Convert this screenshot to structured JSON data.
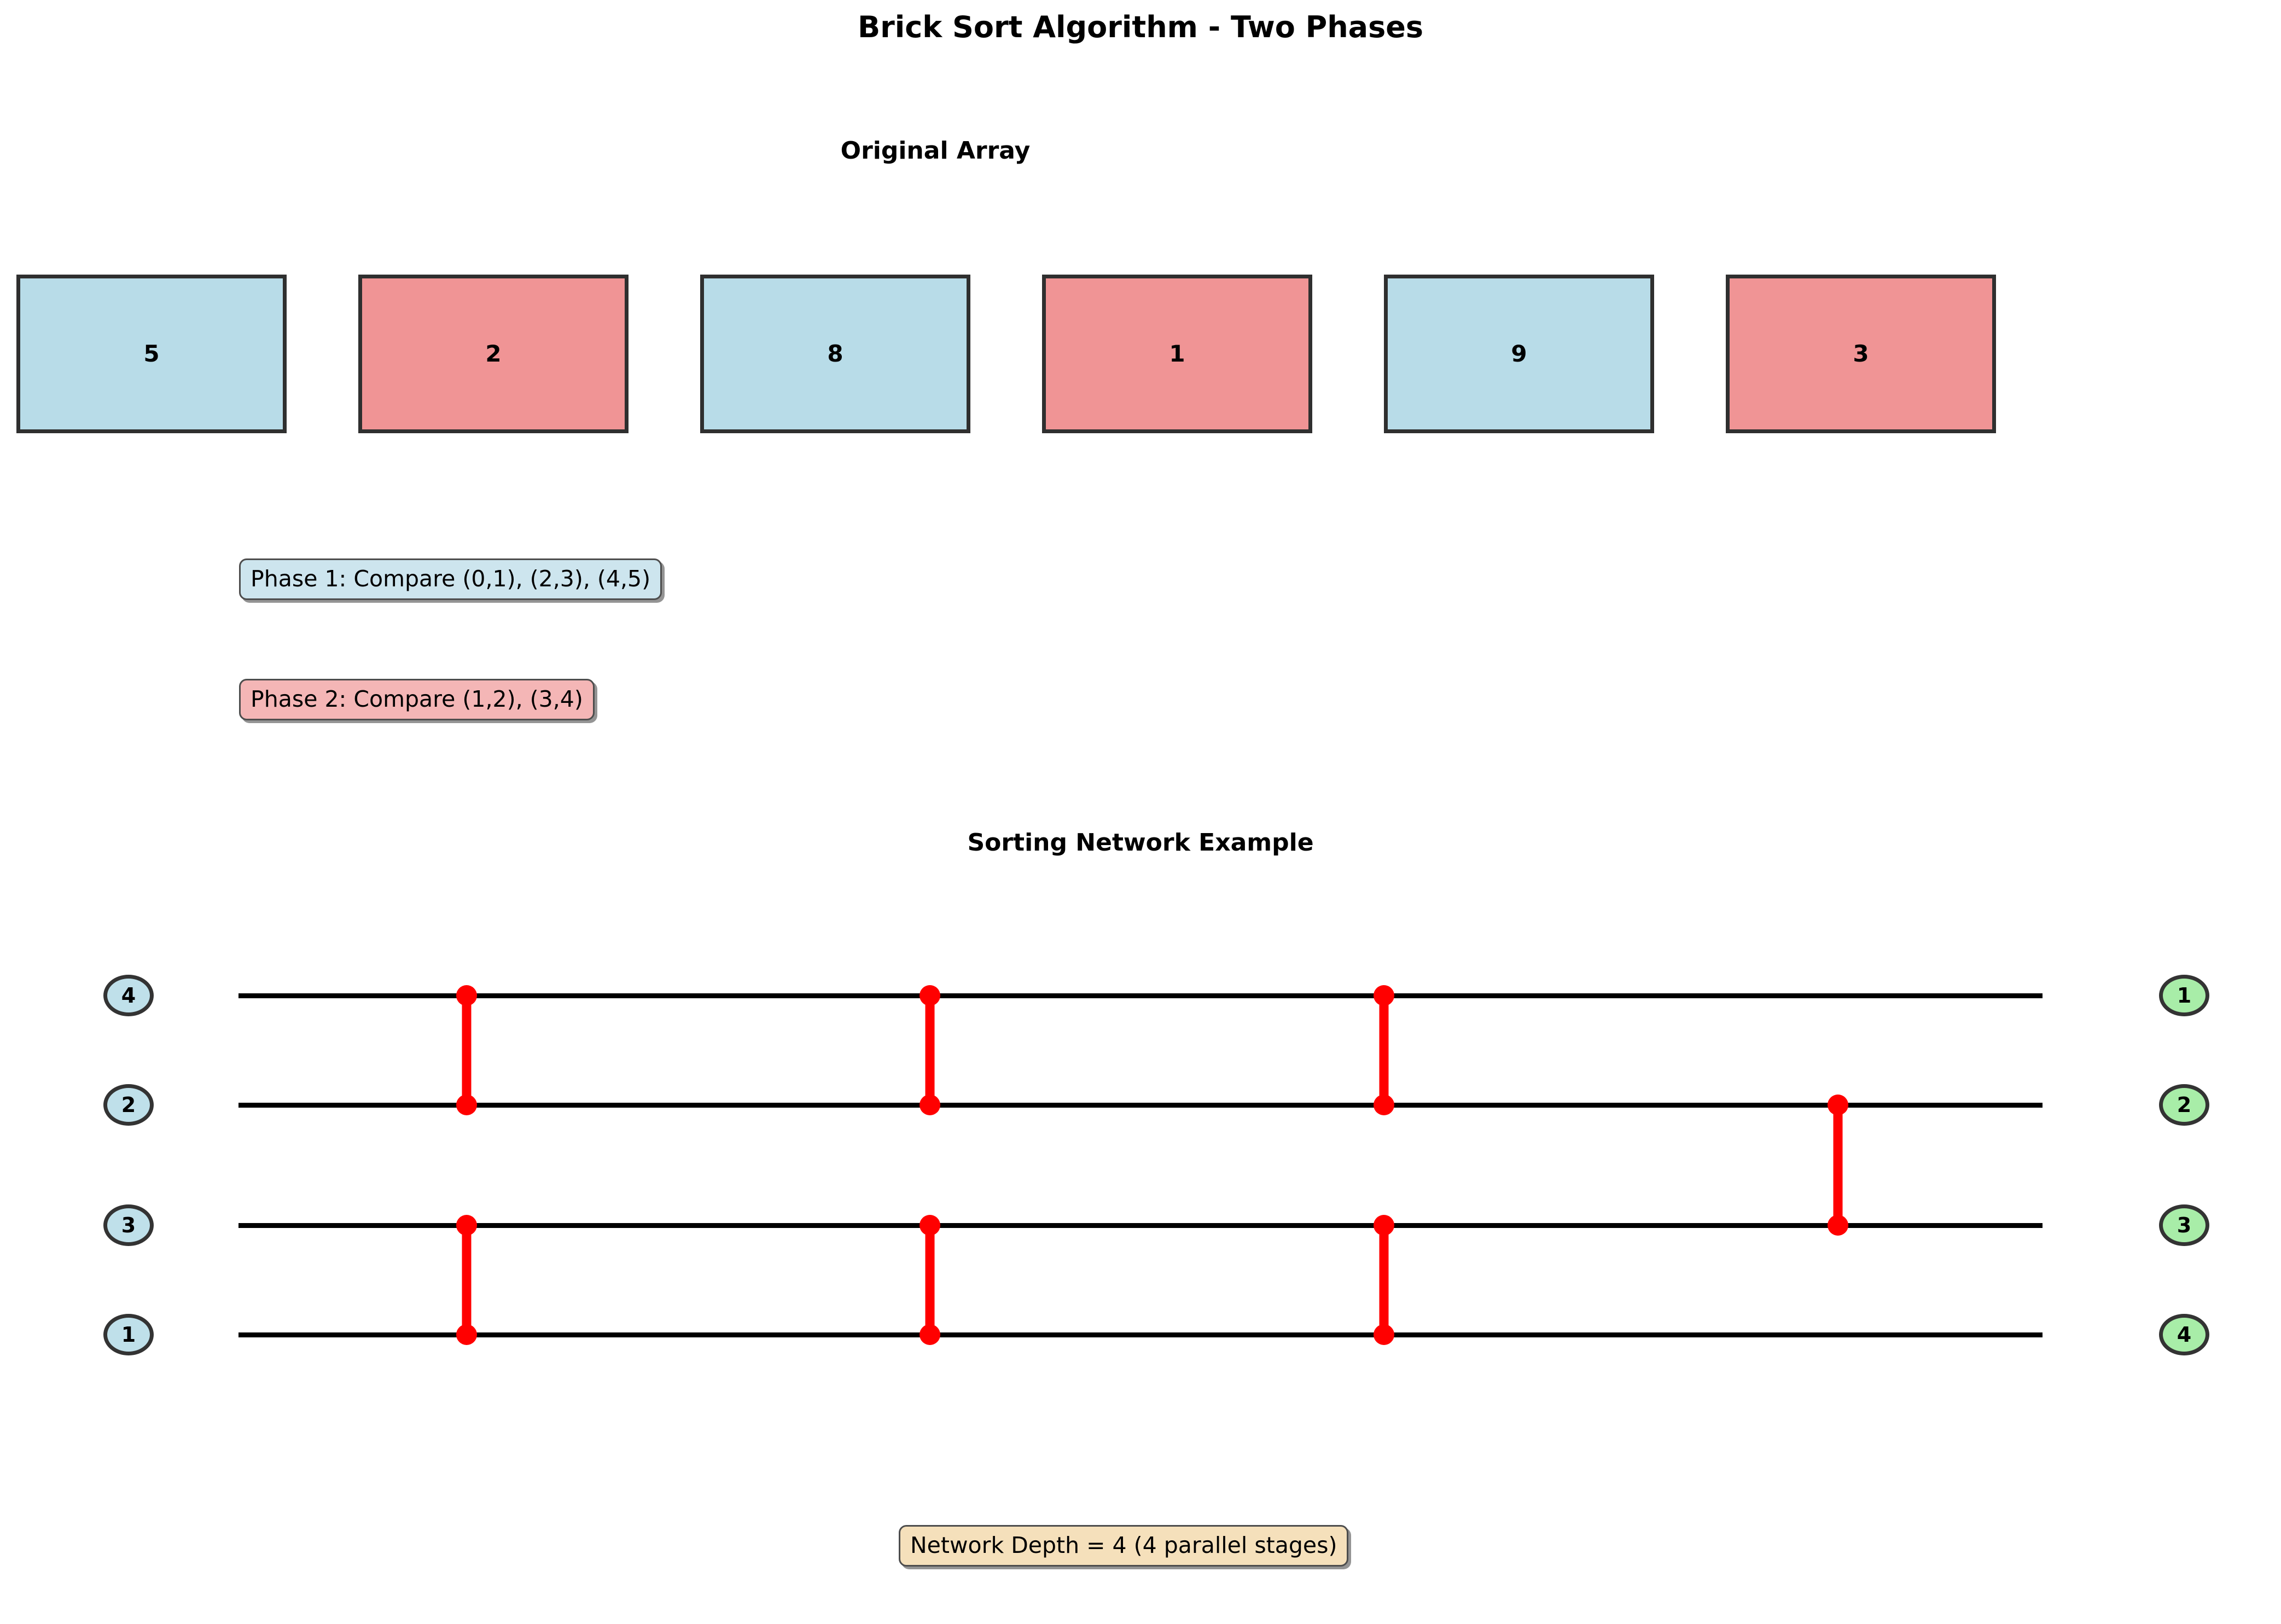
{
  "page": {
    "title": "Brick Sort Algorithm - Two Phases",
    "background_color": "#ffffff"
  },
  "colors": {
    "even_index_box": "#b8dce8",
    "odd_index_box": "#f09495",
    "box_border": "#2f2f2f",
    "phase1_pill_bg": "#cde5ee",
    "phase2_pill_bg": "#f4b6b6",
    "depth_pill_bg": "#f5e0bb",
    "pill_border": "#4d4d4d",
    "input_node_bg": "#bfe0ea",
    "output_node_bg": "#a8eda8",
    "node_border": "#333333",
    "wire": "#000000",
    "comparator": "#ff0000"
  },
  "original_array_section": {
    "heading": "Original Array",
    "boxes": [
      {
        "index": 0,
        "value": "5",
        "color_role": "even"
      },
      {
        "index": 1,
        "value": "2",
        "color_role": "odd"
      },
      {
        "index": 2,
        "value": "8",
        "color_role": "even"
      },
      {
        "index": 3,
        "value": "1",
        "color_role": "odd"
      },
      {
        "index": 4,
        "value": "9",
        "color_role": "even"
      },
      {
        "index": 5,
        "value": "3",
        "color_role": "odd"
      }
    ]
  },
  "phases": [
    {
      "id": "phase-1",
      "label": "Phase 1: Compare (0,1), (2,3), (4,5)"
    },
    {
      "id": "phase-2",
      "label": "Phase 2: Compare (1,2), (3,4)"
    }
  ],
  "sorting_network_section": {
    "heading": "Sorting Network Example",
    "input_labels": [
      "4",
      "2",
      "3",
      "1"
    ],
    "output_labels": [
      "1",
      "2",
      "3",
      "4"
    ],
    "depth_note": "Network Depth = 4 (4 parallel stages)"
  },
  "chart_data": {
    "type": "diagram",
    "title": "Brick Sort Algorithm - Two Phases",
    "subcharts": [
      {
        "title": "Original Array",
        "type": "bar",
        "categories": [
          "0",
          "1",
          "2",
          "3",
          "4",
          "5"
        ],
        "values": [
          5,
          2,
          8,
          1,
          9,
          3
        ],
        "annotations": [
          "Phase 1: Compare (0,1), (2,3), (4,5)",
          "Phase 2: Compare (1,2), (3,4)"
        ]
      },
      {
        "title": "Sorting Network Example",
        "type": "network",
        "wires": 4,
        "inputs": [
          4,
          2,
          3,
          1
        ],
        "outputs": [
          1,
          2,
          3,
          4
        ],
        "stages": [
          {
            "stage": 1,
            "comparators": [
              [
                0,
                1
              ],
              [
                2,
                3
              ]
            ]
          },
          {
            "stage": 2,
            "comparators": [
              [
                0,
                1
              ],
              [
                2,
                3
              ]
            ]
          },
          {
            "stage": 3,
            "comparators": [
              [
                0,
                1
              ],
              [
                2,
                3
              ]
            ]
          },
          {
            "stage": 4,
            "comparators": [
              [
                1,
                2
              ]
            ]
          }
        ],
        "depth": 4,
        "annotation": "Network Depth = 4 (4 parallel stages)"
      }
    ]
  }
}
